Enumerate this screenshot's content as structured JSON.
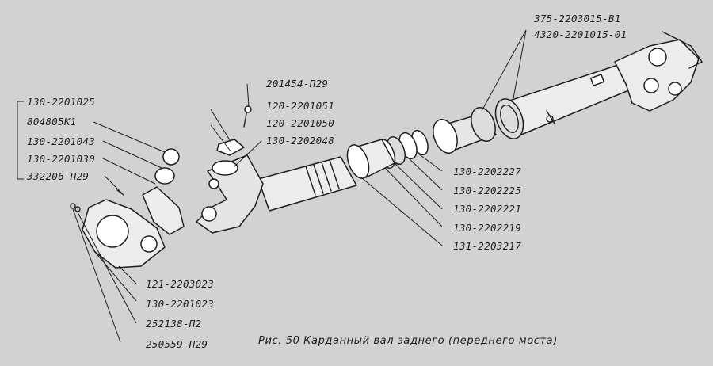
{
  "caption": "Рис. 50 Карданный вал заднего (переднего моста)",
  "labels": {
    "p375": "375-2203015-В1",
    "p4320": "4320-2201015-01",
    "p201454": "201454-П29",
    "p120_1051": "120-2201051",
    "p120_1050": "120-2201050",
    "p130_2048": "130-2202048",
    "p130_1025": "130-2201025",
    "p804805": "804805К1",
    "p130_1043": "130-2201043",
    "p130_1030": "130-2201030",
    "p332206": "332206-П29",
    "p130_2227": "130-2202227",
    "p130_2225": "130-2202225",
    "p130_2221": "130-2202221",
    "p130_2219": "130-2202219",
    "p131_3217": "131-2203217",
    "p121_3023": "121-2203023",
    "p130_1023": "130-2201023",
    "p252138": "252138-П2",
    "p250559": "250559-П29"
  },
  "colors": {
    "background": "#d2d2d2",
    "ink": "#1e1e1e",
    "part_fill": "#ececec"
  }
}
